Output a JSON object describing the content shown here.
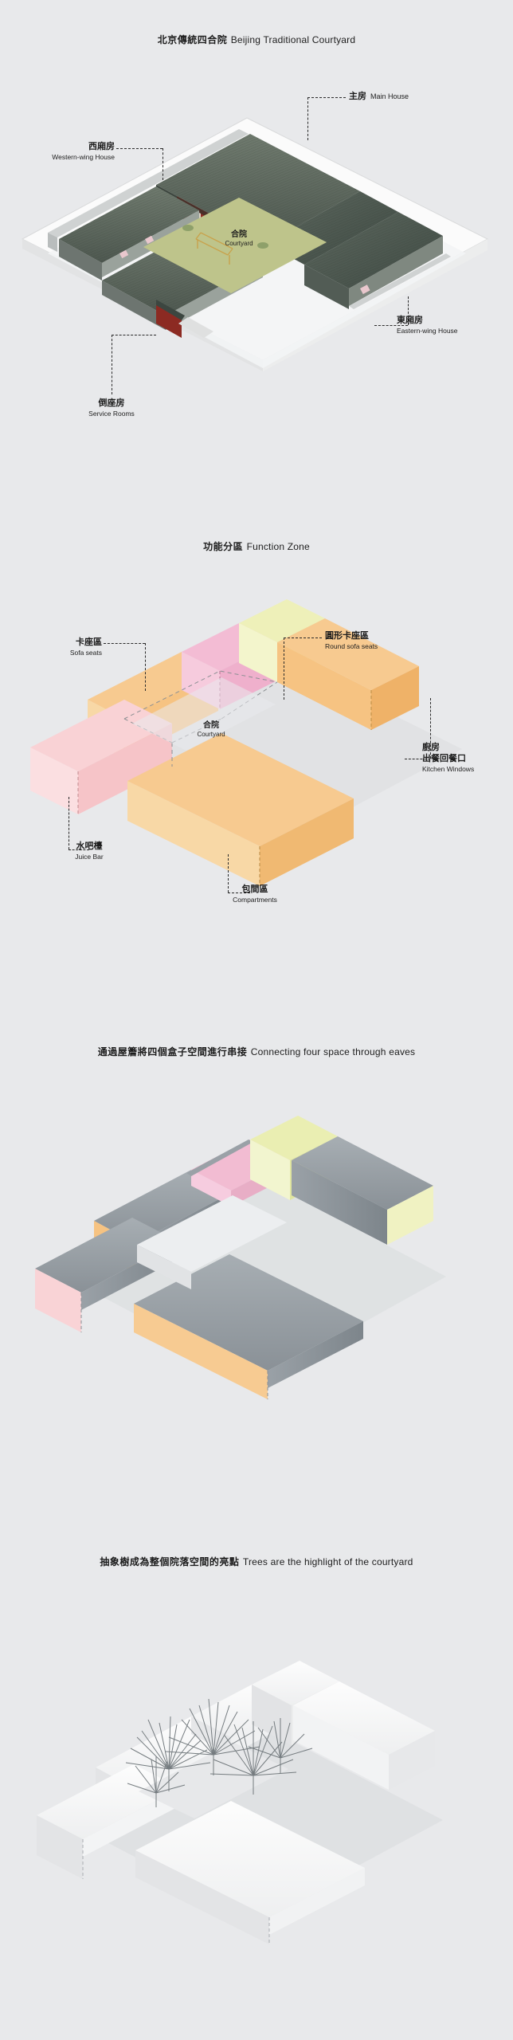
{
  "page": {
    "background_color": "#e8e9eb",
    "text_color": "#1d1d1d"
  },
  "panels": [
    {
      "id": "traditional-courtyard",
      "title_zh": "北京傳統四合院",
      "title_en": "Beijing Traditional Courtyard",
      "center_tag": {
        "zh": "合院",
        "en": "Courtyard"
      },
      "labels": [
        {
          "key": "main-house",
          "zh": "主房",
          "en": "Main House",
          "layout": "inline"
        },
        {
          "key": "western-wing",
          "zh": "西廂房",
          "en": "Western-wing House",
          "layout": "stack"
        },
        {
          "key": "eastern-wing",
          "zh": "東廂房",
          "en": "Eastern-wing House",
          "layout": "stack"
        },
        {
          "key": "service-rooms",
          "zh": "倒座房",
          "en": "Service Rooms",
          "layout": "stack"
        }
      ]
    },
    {
      "id": "function-zone",
      "title_zh": "功能分區",
      "title_en": "Function Zone",
      "center_tag": {
        "zh": "合院",
        "en": "Courtyard"
      },
      "labels": [
        {
          "key": "sofa-seats",
          "zh": "卡座區",
          "en": "Sofa seats",
          "layout": "stack"
        },
        {
          "key": "round-sofa-seats",
          "zh": "圓形卡座區",
          "en": "Round sofa seats",
          "layout": "stack"
        },
        {
          "key": "kitchen-windows",
          "zh": "廚房\n出餐回餐口",
          "zh1": "廚房",
          "zh2": "出餐回餐口",
          "en": "Kitchen Windows",
          "layout": "stack2"
        },
        {
          "key": "juice-bar",
          "zh": "水吧檯",
          "en": "Juice Bar",
          "layout": "stack"
        },
        {
          "key": "compartments",
          "zh": "包間區",
          "en": "Compartments",
          "layout": "stack"
        }
      ],
      "zone_colors": {
        "sofa_seats": "#f6c9cd",
        "round_sofa_seats": "#f3bcd4",
        "kitchen": "#eef0b9",
        "compartments": "#f8d79a",
        "juice_bar": "#f7d9a0"
      }
    },
    {
      "id": "connecting-eaves",
      "title_zh": "通過屋簷將四個盒子空間進行串接",
      "title_en": "Connecting four space through eaves",
      "roof_color": "#98a0a6"
    },
    {
      "id": "trees-highlight",
      "title_zh": "抽象樹成為整個院落空間的亮點",
      "title_en": "Trees are the highlight of the courtyard",
      "massing_color": "#f2f3f4",
      "tree_color": "#7d8387"
    }
  ]
}
